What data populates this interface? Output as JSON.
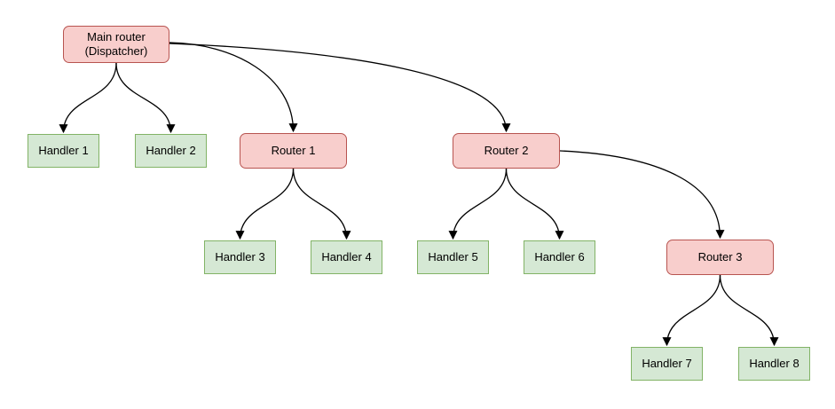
{
  "diagram": {
    "type": "tree-flowchart",
    "description": "Router dispatch hierarchy"
  },
  "colors": {
    "router_fill": "#f8cecc",
    "router_border": "#b85450",
    "handler_fill": "#d5e8d4",
    "handler_border": "#82b366",
    "edge_color": "#000000",
    "text_color": "#000000",
    "background": "#ffffff"
  },
  "nodes": {
    "main": {
      "label": "Main router\n(Dispatcher)",
      "type": "router"
    },
    "handler1": {
      "label": "Handler 1",
      "type": "handler"
    },
    "handler2": {
      "label": "Handler 2",
      "type": "handler"
    },
    "router1": {
      "label": "Router 1",
      "type": "router"
    },
    "router2": {
      "label": "Router 2",
      "type": "router"
    },
    "handler3": {
      "label": "Handler 3",
      "type": "handler"
    },
    "handler4": {
      "label": "Handler 4",
      "type": "handler"
    },
    "handler5": {
      "label": "Handler 5",
      "type": "handler"
    },
    "handler6": {
      "label": "Handler 6",
      "type": "handler"
    },
    "router3": {
      "label": "Router 3",
      "type": "router"
    },
    "handler7": {
      "label": "Handler 7",
      "type": "handler"
    },
    "handler8": {
      "label": "Handler 8",
      "type": "handler"
    }
  },
  "edges": [
    {
      "from": "main",
      "to": "handler1"
    },
    {
      "from": "main",
      "to": "handler2"
    },
    {
      "from": "main",
      "to": "router1"
    },
    {
      "from": "main",
      "to": "router2"
    },
    {
      "from": "router1",
      "to": "handler3"
    },
    {
      "from": "router1",
      "to": "handler4"
    },
    {
      "from": "router2",
      "to": "handler5"
    },
    {
      "from": "router2",
      "to": "handler6"
    },
    {
      "from": "router2",
      "to": "router3"
    },
    {
      "from": "router3",
      "to": "handler7"
    },
    {
      "from": "router3",
      "to": "handler8"
    }
  ]
}
